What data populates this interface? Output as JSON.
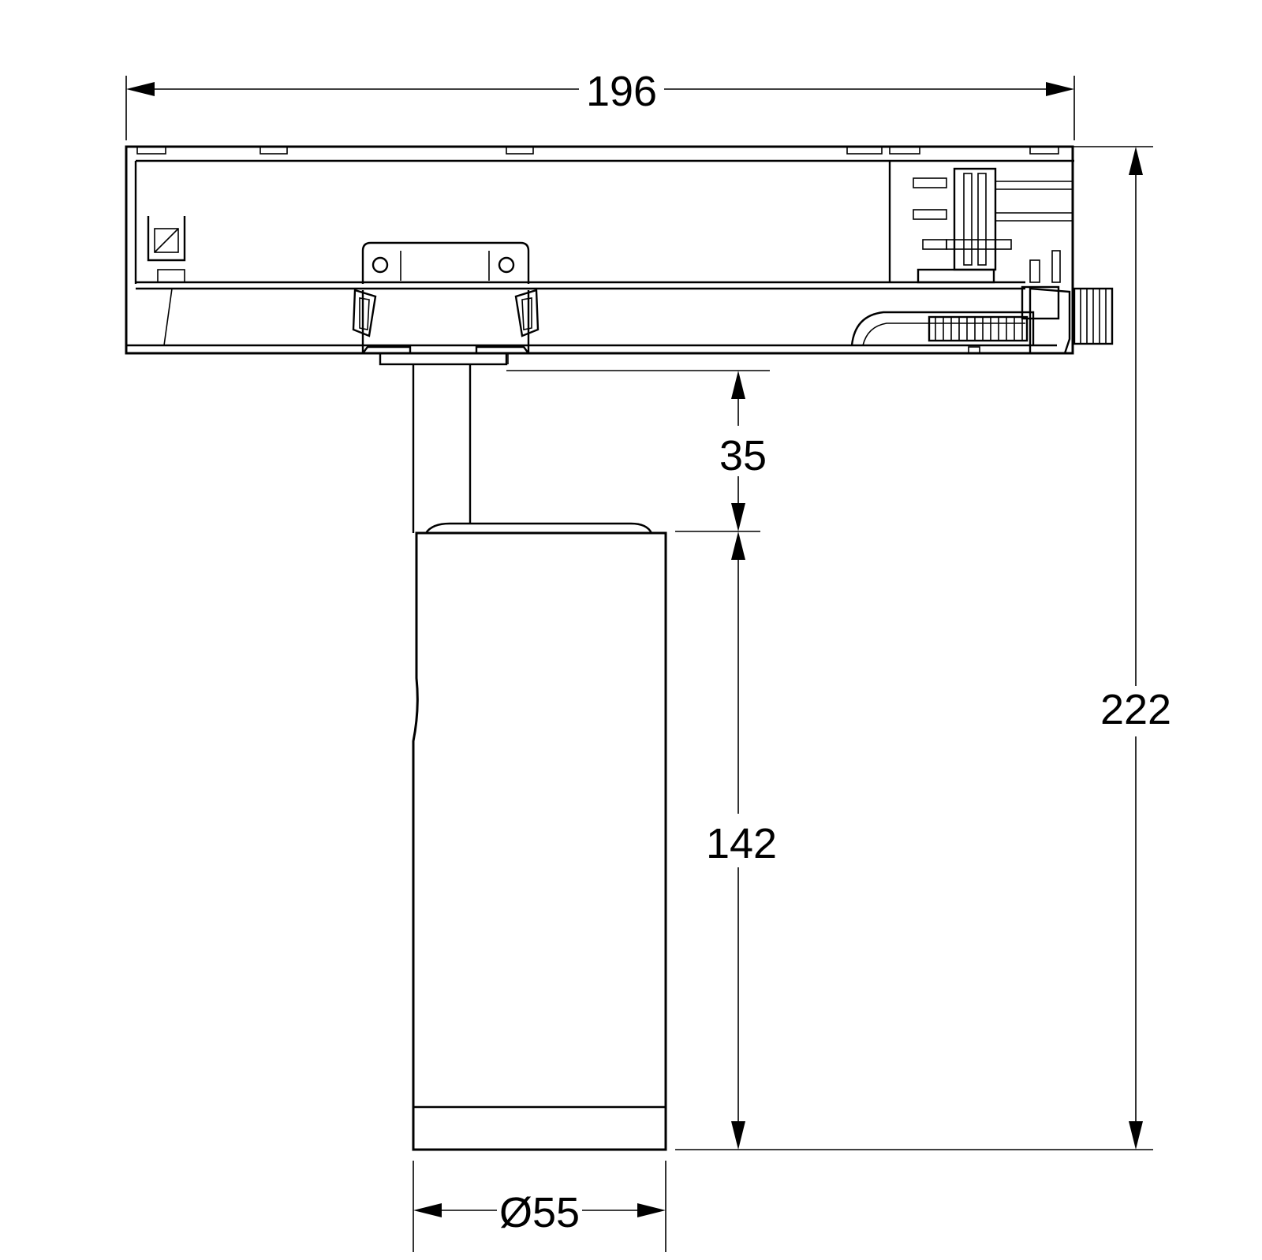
{
  "drawing": {
    "line_color": "#000000",
    "background": "#ffffff"
  },
  "dimensions": {
    "overall_width": "196",
    "overall_height": "222",
    "stem_height": "35",
    "body_height": "142",
    "diameter": "Ø55"
  }
}
